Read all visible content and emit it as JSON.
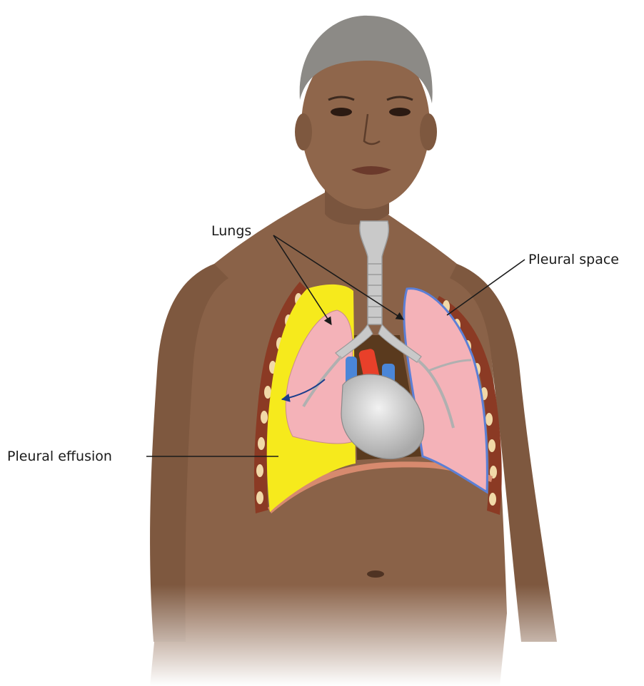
{
  "labels": {
    "lungs": "Lungs",
    "pleural_space": "Pleural space",
    "pleural_effusion": "Pleural effusion"
  },
  "colors": {
    "skin": "#8a6248",
    "skin_shadow": "#6e4b36",
    "hair": "#8c8a86",
    "lung": "#f4b2b8",
    "effusion": "#f6ea1c",
    "pleura_outline": "#5b7fd6",
    "chest_wall": "#8b3a24",
    "rib": "#f1d9a8",
    "trachea": "#c9c9c9",
    "heart": "#d9d9d9",
    "aorta": "#e8402a",
    "vena": "#4a86d8",
    "leader_line": "#1a1a1a"
  }
}
